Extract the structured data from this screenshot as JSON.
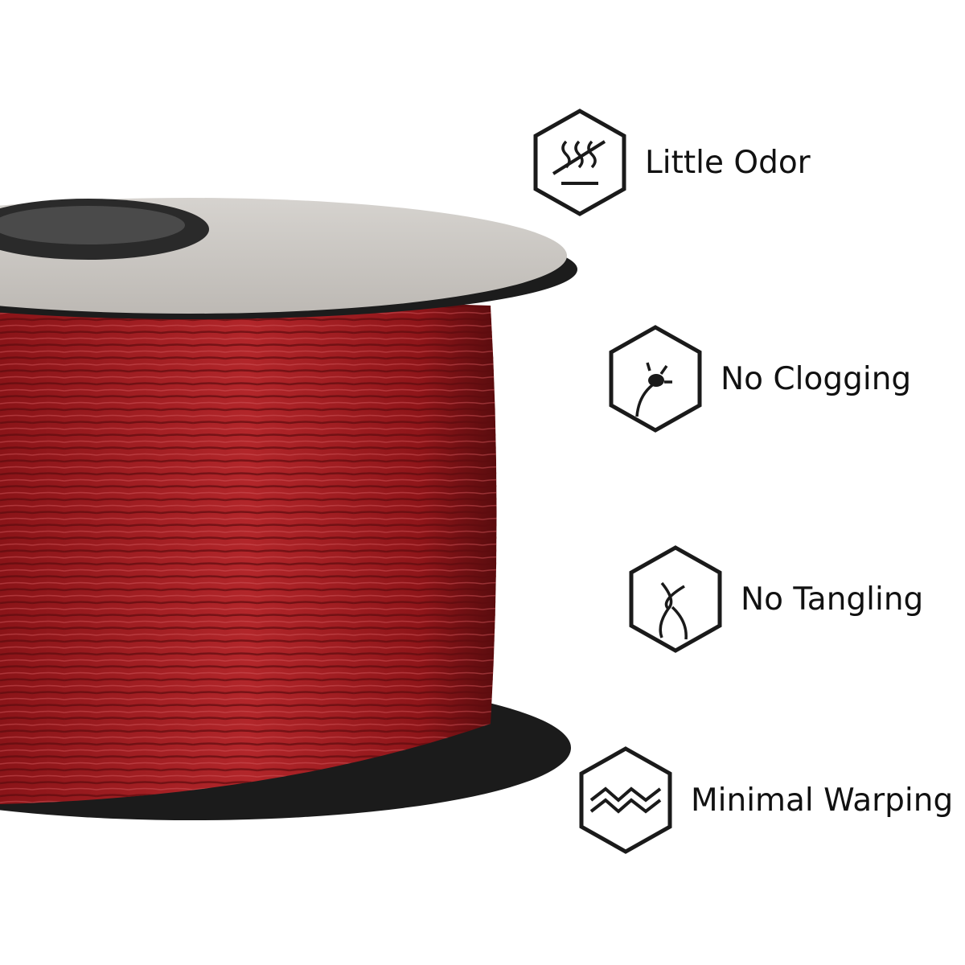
{
  "features": [
    {
      "label": "Little Odor",
      "icon": "heat-waves-crossed-icon"
    },
    {
      "label": "No Clogging",
      "icon": "nozzle-clog-icon"
    },
    {
      "label": "No Tangling",
      "icon": "tangle-knot-icon"
    },
    {
      "label": "Minimal Warping",
      "icon": "warp-zigzag-icon"
    }
  ],
  "colors": {
    "filament": "#9e1a1e",
    "spool": "#1c1c1c",
    "icon_stroke": "#1a1a1a"
  }
}
